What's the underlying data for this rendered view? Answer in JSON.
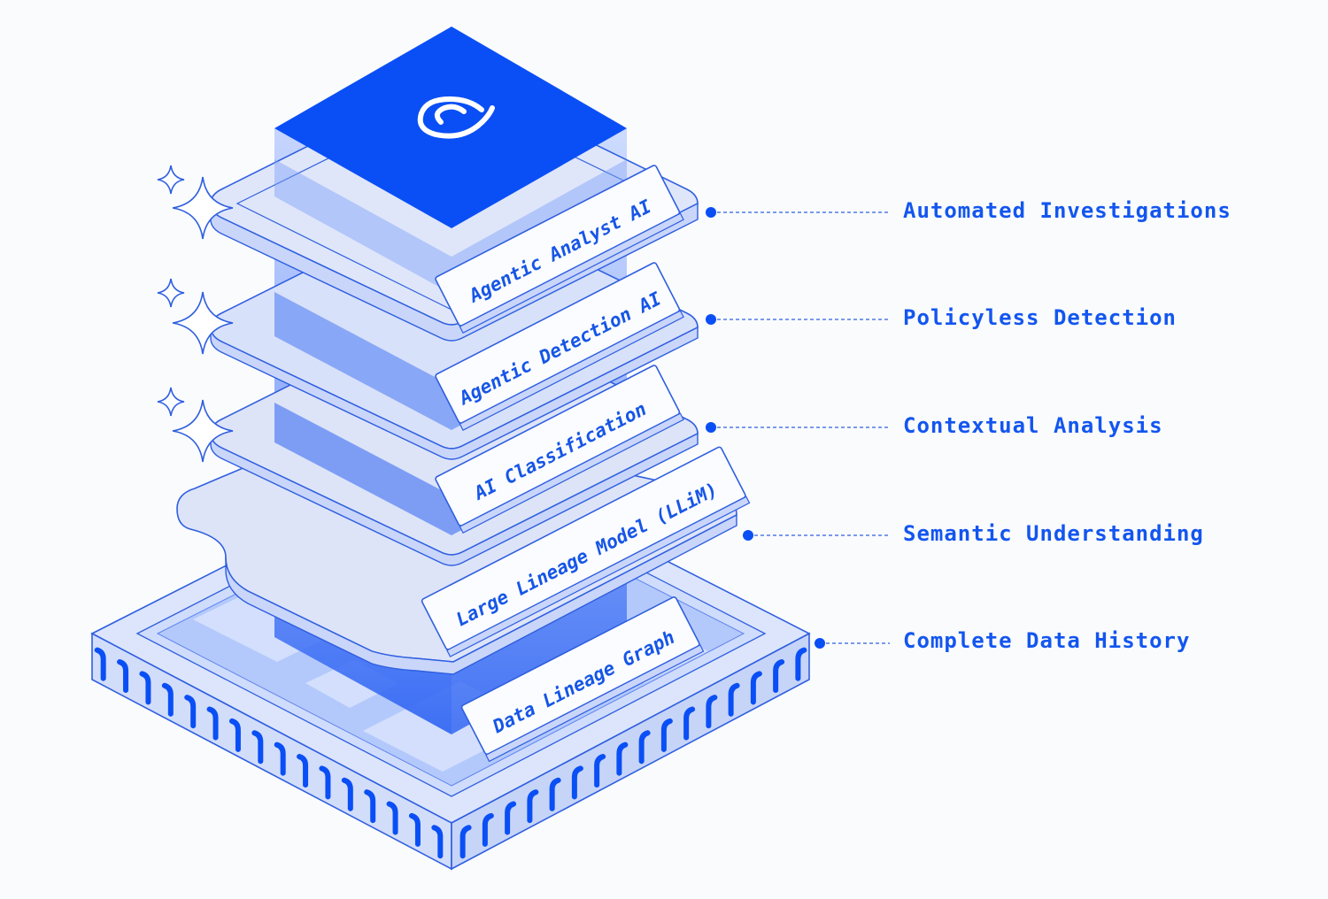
{
  "layers": [
    {
      "tag": "Data Lineage Graph",
      "feature": "Complete Data History"
    },
    {
      "tag": "Large Lineage Model (LLiM)",
      "feature": "Semantic Understanding"
    },
    {
      "tag": "AI Classification",
      "feature": "Contextual Analysis"
    },
    {
      "tag": "Agentic Detection AI",
      "feature": "Policyless Detection"
    },
    {
      "tag": "Agentic Analyst AI",
      "feature": "Automated Investigations"
    }
  ],
  "logo": "logo-mark-icon",
  "colors": {
    "accent": "#0a4ff5",
    "line": "#2f5fe0",
    "label_text": "#1656e6",
    "plate": "#dde4f8",
    "background": "#fafbfd"
  }
}
